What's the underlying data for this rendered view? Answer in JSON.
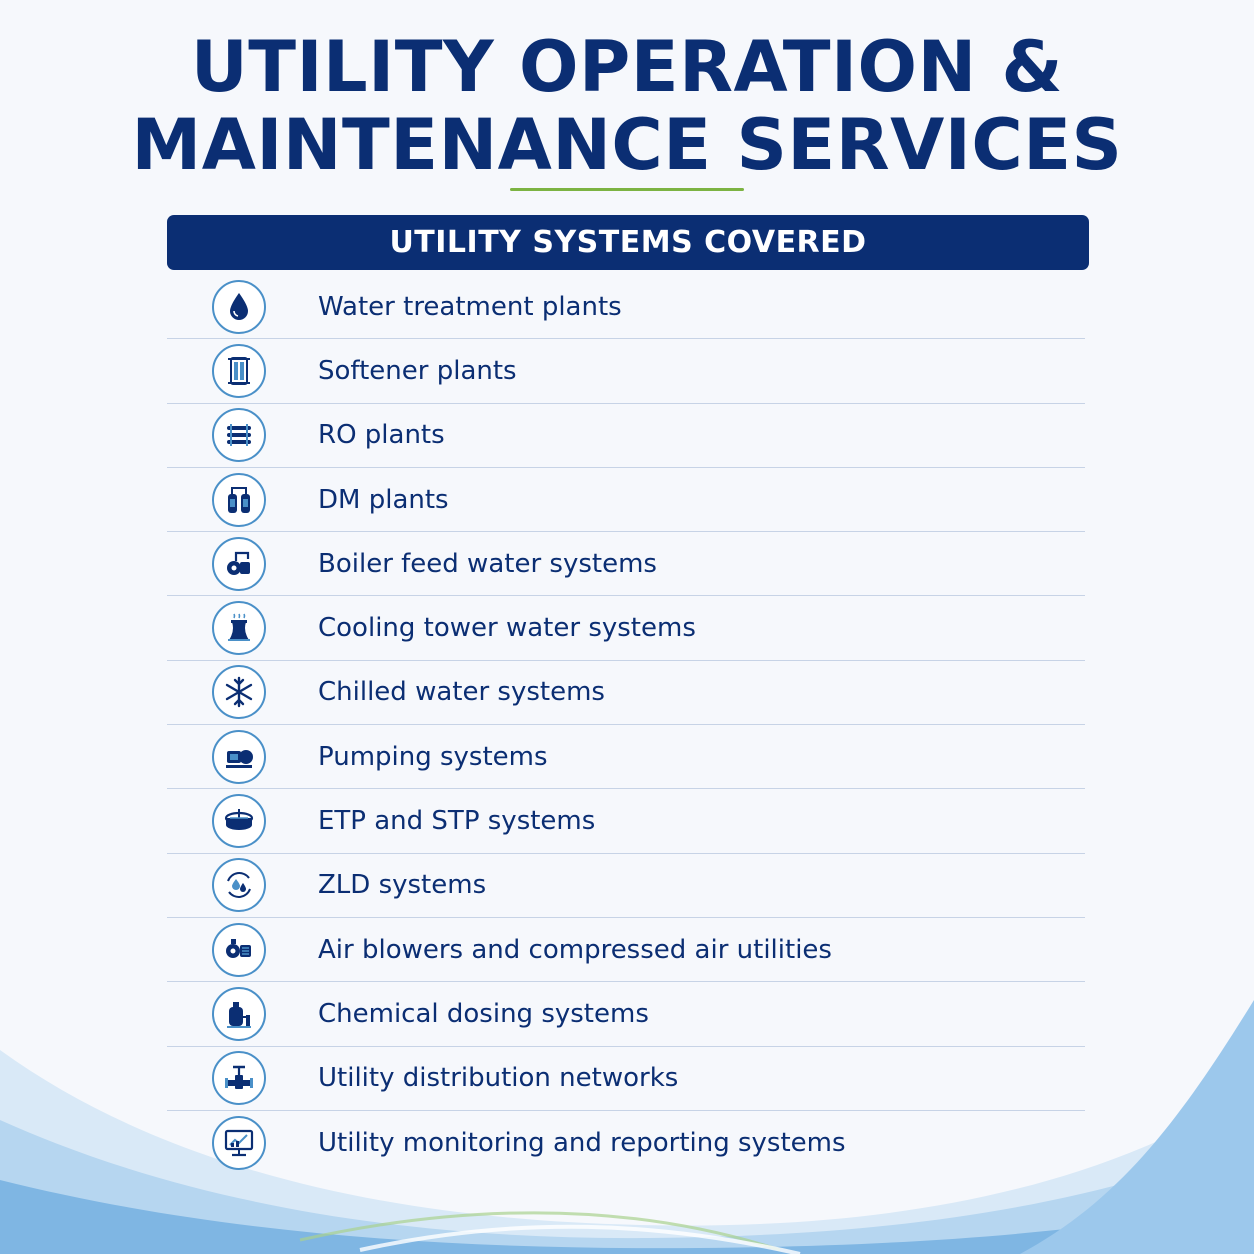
{
  "title": {
    "line1": "UTILITY OPERATION &",
    "line2": "MAINTENANCE SERVICES"
  },
  "section_header": "UTILITY SYSTEMS COVERED",
  "items": [
    {
      "label": "Water treatment plants",
      "icon": "water-drop-icon"
    },
    {
      "label": "Softener plants",
      "icon": "softener-vessel-icon"
    },
    {
      "label": "RO plants",
      "icon": "ro-membrane-icon"
    },
    {
      "label": "DM plants",
      "icon": "dm-vessels-icon"
    },
    {
      "label": "Boiler feed water systems",
      "icon": "boiler-pump-icon"
    },
    {
      "label": "Cooling tower water systems",
      "icon": "cooling-tower-icon"
    },
    {
      "label": "Chilled water systems",
      "icon": "snowflake-icon"
    },
    {
      "label": "Pumping systems",
      "icon": "pump-icon"
    },
    {
      "label": "ETP and STP systems",
      "icon": "clarifier-tank-icon"
    },
    {
      "label": "ZLD systems",
      "icon": "zld-cycle-icon"
    },
    {
      "label": "Air blowers and compressed air utilities",
      "icon": "air-blower-icon"
    },
    {
      "label": "Chemical dosing systems",
      "icon": "dosing-tank-icon"
    },
    {
      "label": "Utility distribution networks",
      "icon": "pipe-valve-icon"
    },
    {
      "label": "Utility monitoring and reporting systems",
      "icon": "monitor-chart-icon"
    }
  ],
  "colors": {
    "navy": "#0b2e73",
    "accent_green": "#7cb342",
    "icon_ring": "#4a90c8",
    "divider": "#c7d3e6",
    "background": "#f6f8fc"
  }
}
